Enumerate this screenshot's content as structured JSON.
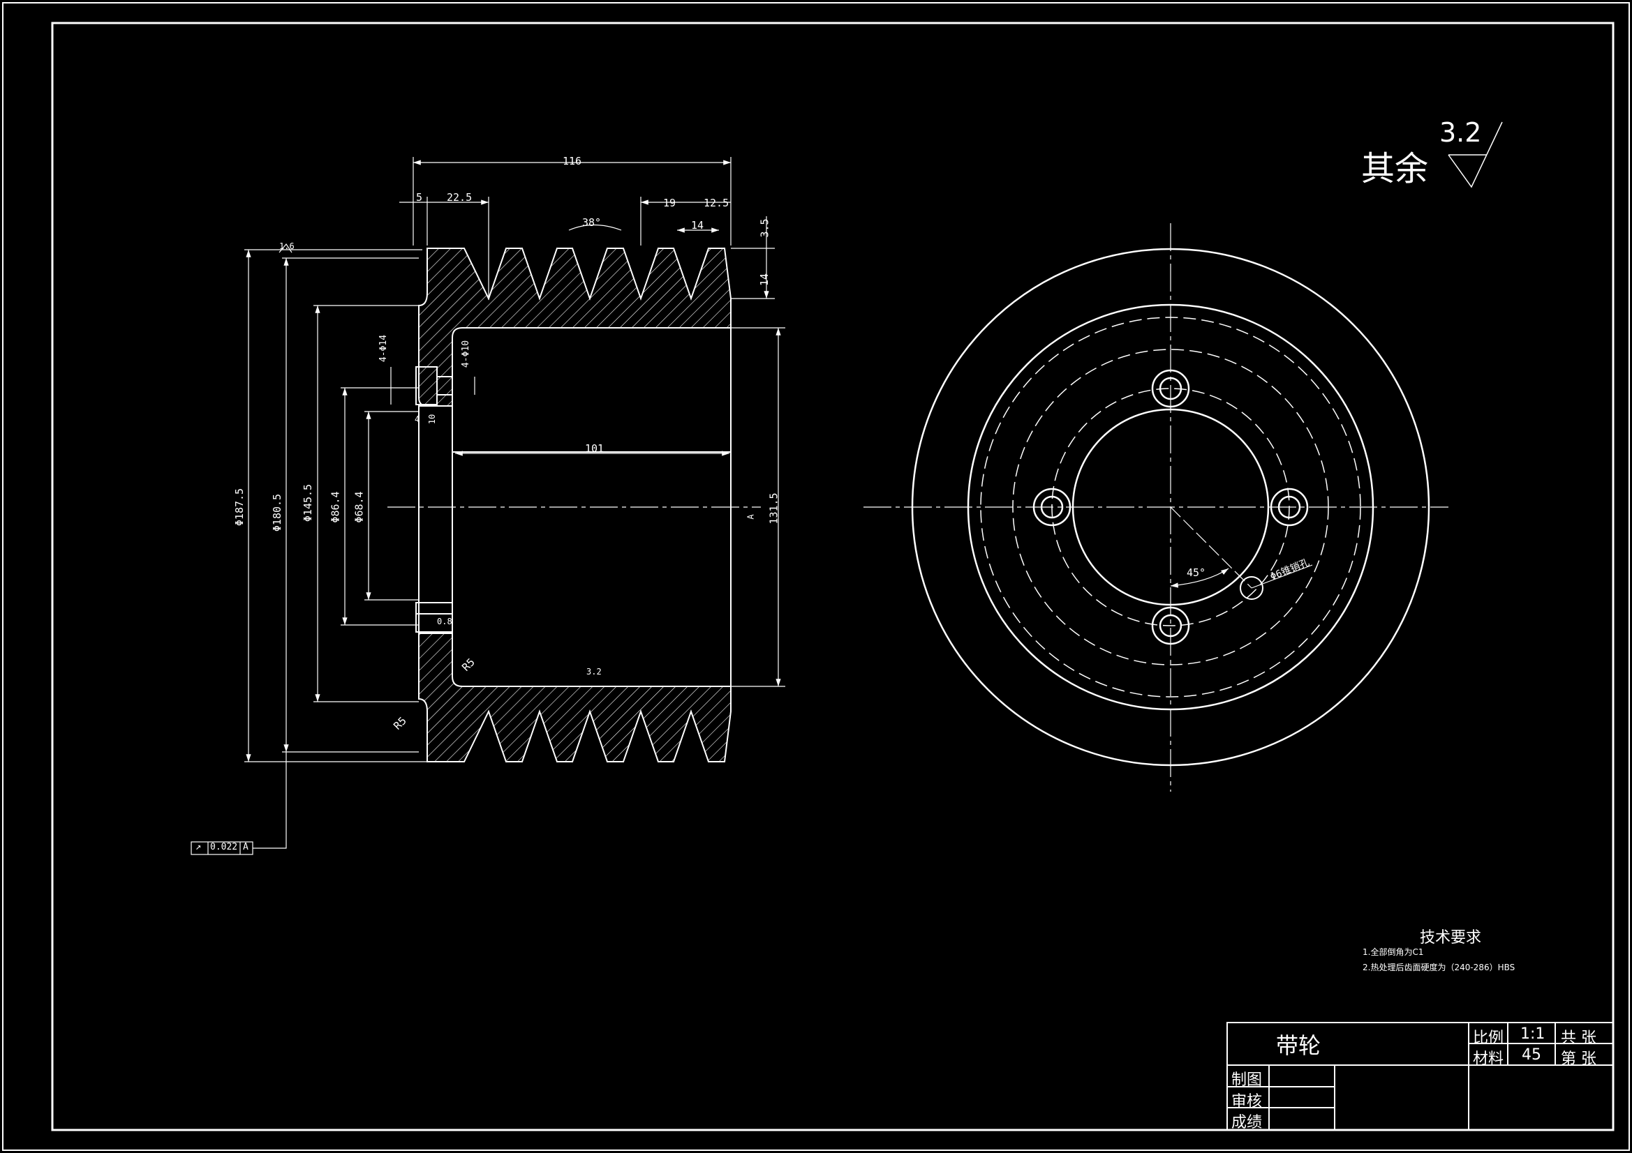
{
  "roughness": {
    "prefix": "其余",
    "value": "3.2"
  },
  "dimensions": {
    "overall_width": "116",
    "d_5": "5",
    "d_22_5": "22.5",
    "d_19": "19",
    "d_12_5": "12.5",
    "d_14_top": "14",
    "d_3_5": "3.5",
    "d_14_side": "14",
    "angle_38": "38°",
    "ra_16": "1.6",
    "d_4_phi14": "4-Φ14",
    "d_4_phi10": "4-Φ10",
    "d_4": "4",
    "d_10": "10",
    "d_101": "101",
    "d_131_5": "131.5",
    "phi_187_5": "Φ187.5",
    "phi_180_5": "Φ180.5",
    "phi_145_5": "Φ145.5",
    "phi_86_4": "Φ86.4",
    "phi_68_4": "Φ68.4",
    "ra_0_8": "0.8",
    "ra_3_2": "3.2",
    "r5_inner": "R5",
    "r5_outer": "R5",
    "datum": "A"
  },
  "tolerance_frame": {
    "symbol": "↗",
    "value": "0.022",
    "datum": "A"
  },
  "end_view": {
    "angle": "45°",
    "hole_note": "Φ6锥销孔"
  },
  "tech_requirements": {
    "title": "技术要求",
    "items": [
      "1.全部倒角为C1",
      "2.热处理后齿面硬度为（240-286）HBS"
    ]
  },
  "title_block": {
    "part_name": "带轮",
    "scale_label": "比例",
    "scale_value": "1:1",
    "material_label": "材料",
    "material_value": "45",
    "total_sheets": "共 张",
    "sheet_no": "第 张",
    "drawn_by": "制图",
    "checked_by": "审核",
    "grade": "成绩"
  },
  "colors": {
    "background": "#000000",
    "line": "#ffffff",
    "hatch": "#ffffff"
  }
}
